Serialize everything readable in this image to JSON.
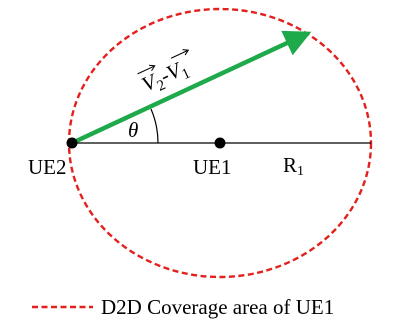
{
  "labels": {
    "ue2": "UE2",
    "ue1": "UE1",
    "radius_main": "R",
    "radius_sub": "1",
    "angle": "θ",
    "vector": {
      "v2": "V",
      "v2_sub": "2",
      "minus": "-",
      "v1": "V",
      "v1_sub": "1"
    }
  },
  "legend": {
    "text": "D2D Coverage area of UE1"
  },
  "colors": {
    "coverage_circle": "#e3201b",
    "velocity_arrow": "#1ea94a",
    "lines": "#000000"
  }
}
